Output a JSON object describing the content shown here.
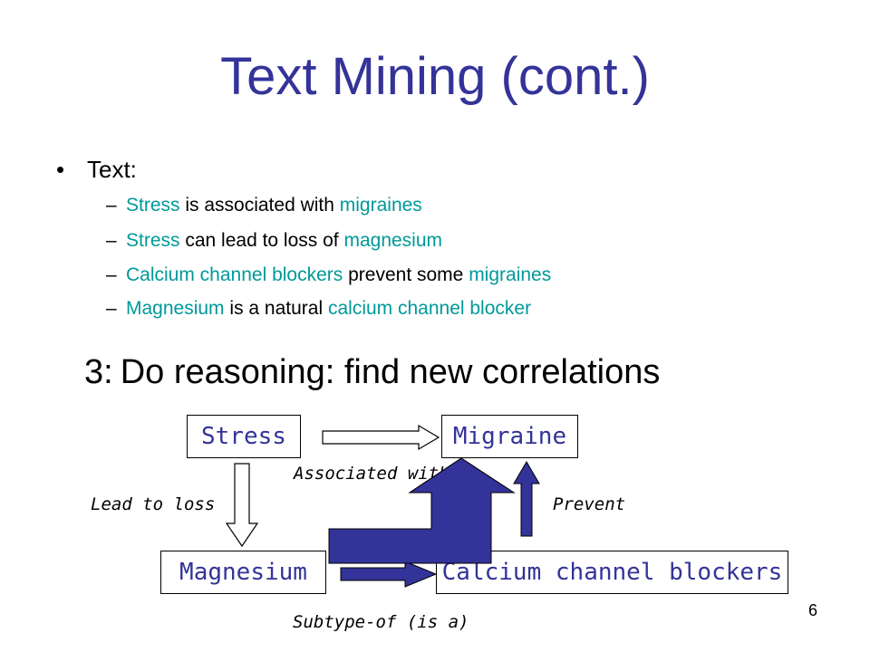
{
  "title": "Text Mining (cont.)",
  "bullet": {
    "label": "Text:"
  },
  "sentences": [
    [
      {
        "t": "Stress",
        "hl": true
      },
      {
        "t": " is associated with ",
        "hl": false
      },
      {
        "t": "migraines",
        "hl": true
      }
    ],
    [
      {
        "t": "Stress",
        "hl": true
      },
      {
        "t": " can lead to loss of ",
        "hl": false
      },
      {
        "t": "magnesium",
        "hl": true
      }
    ],
    [
      {
        "t": "Calcium channel blockers",
        "hl": true
      },
      {
        "t": " prevent some ",
        "hl": false
      },
      {
        "t": "migraines",
        "hl": true
      }
    ],
    [
      {
        "t": "Magnesium",
        "hl": true
      },
      {
        "t": " is a natural ",
        "hl": false
      },
      {
        "t": "calcium channel blocker",
        "hl": true
      }
    ]
  ],
  "step": {
    "num": "3:",
    "text": "Do reasoning: find new correlations"
  },
  "nodes": {
    "stress": "Stress",
    "migraine": "Migraine",
    "magnesium": "Magnesium",
    "blockers": "Calcium channel blockers"
  },
  "edge_labels": {
    "associated": "Associated with",
    "lead_to_loss": "Lead to loss",
    "prevent": "Prevent",
    "subtype": "Subtype-of (is a)"
  },
  "page_number": "6",
  "colors": {
    "title": "#333399",
    "highlight": "#009999",
    "node_text": "#333399",
    "arrow_fill": "#333399"
  }
}
